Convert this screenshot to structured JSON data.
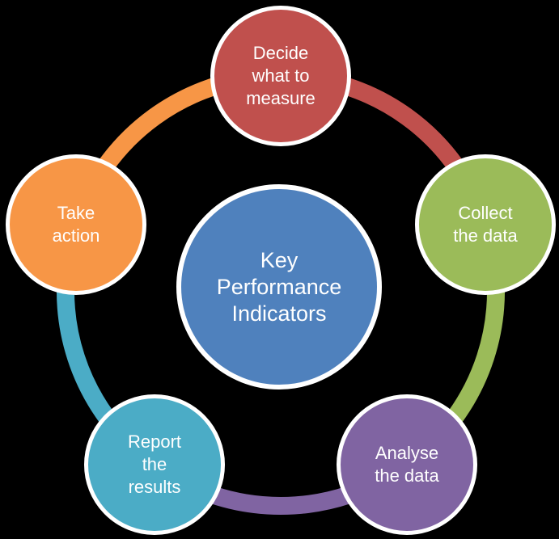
{
  "diagram": {
    "title": "Key Performance Indicators cycle",
    "background_color": "#000000",
    "circle_border_color": "#ffffff",
    "text_color": "#ffffff",
    "center": {
      "label_lines": [
        "Key",
        "Performance",
        "Indicators"
      ],
      "color": "#4F81BD"
    },
    "nodes": [
      {
        "id": "decide",
        "label_lines": [
          "Decide",
          "what to",
          "measure"
        ],
        "color": "#C0504D",
        "position": "top"
      },
      {
        "id": "collect",
        "label_lines": [
          "Collect",
          "the data"
        ],
        "color": "#9BBB59",
        "position": "right"
      },
      {
        "id": "analyse",
        "label_lines": [
          "Analyse",
          "the data"
        ],
        "color": "#8064A2",
        "position": "bottom-right"
      },
      {
        "id": "report",
        "label_lines": [
          "Report",
          "the",
          "results"
        ],
        "color": "#4BACC6",
        "position": "bottom-left"
      },
      {
        "id": "take-action",
        "label_lines": [
          "Take",
          "action"
        ],
        "color": "#F79646",
        "position": "left"
      }
    ],
    "ring_segments": [
      {
        "from": "take-action",
        "to": "decide",
        "color": "#F79646"
      },
      {
        "from": "decide",
        "to": "collect",
        "color": "#C0504D"
      },
      {
        "from": "collect",
        "to": "analyse",
        "color": "#9BBB59"
      },
      {
        "from": "analyse",
        "to": "report",
        "color": "#8064A2"
      },
      {
        "from": "report",
        "to": "take-action",
        "color": "#4BACC6"
      }
    ]
  }
}
